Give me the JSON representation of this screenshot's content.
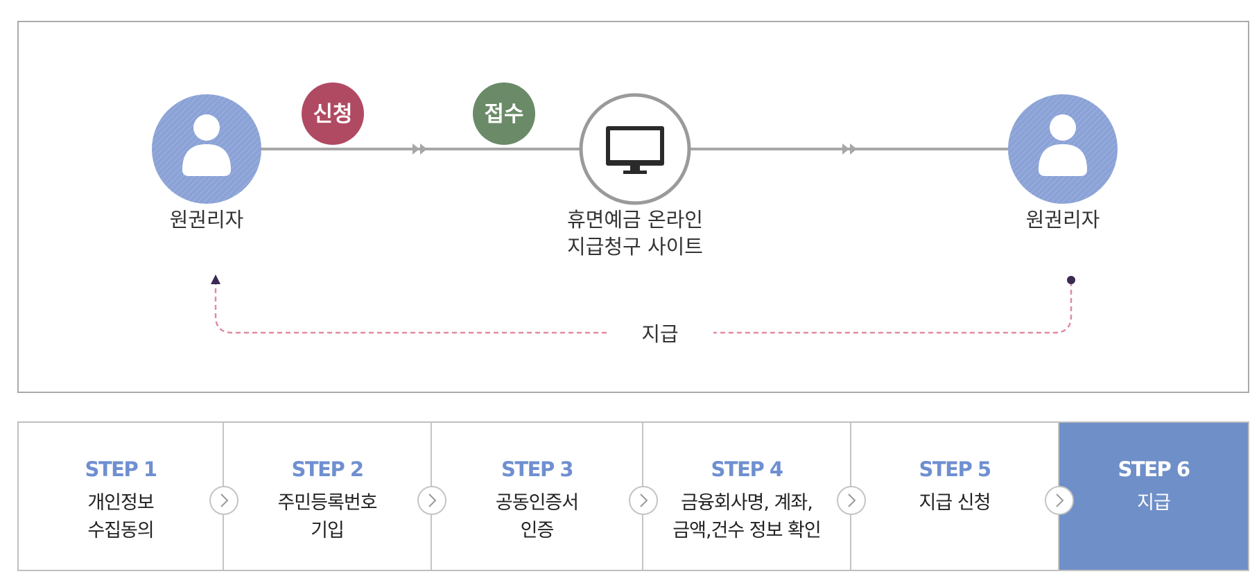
{
  "diagram": {
    "left_person_label": "원권리자",
    "right_person_label": "원권리자",
    "apply_badge": "신청",
    "receive_badge": "접수",
    "site_label_line1": "휴면예금 온라인",
    "site_label_line2": "지급청구 사이트",
    "payment_label": "지급",
    "colors": {
      "person_circle": "#8ba2d6",
      "apply_badge": "#b04a62",
      "receive_badge": "#6a8a68",
      "payment_line": "#e08aa0",
      "flow_line": "#a6a6a6"
    }
  },
  "steps": [
    {
      "title": "STEP 1",
      "desc": "개인정보\n수집동의",
      "active": false
    },
    {
      "title": "STEP 2",
      "desc": "주민등록번호\n기입",
      "active": false
    },
    {
      "title": "STEP 3",
      "desc": "공동인증서\n인증",
      "active": false
    },
    {
      "title": "STEP 4",
      "desc": "금융회사명, 계좌,\n금액,건수 정보 확인",
      "active": false
    },
    {
      "title": "STEP 5",
      "desc": "지급 신청",
      "active": false
    },
    {
      "title": "STEP 6",
      "desc": "지급",
      "active": true
    }
  ],
  "step_colors": {
    "accent": "#6f8fd0",
    "active_bg": "#6f8fc8"
  }
}
